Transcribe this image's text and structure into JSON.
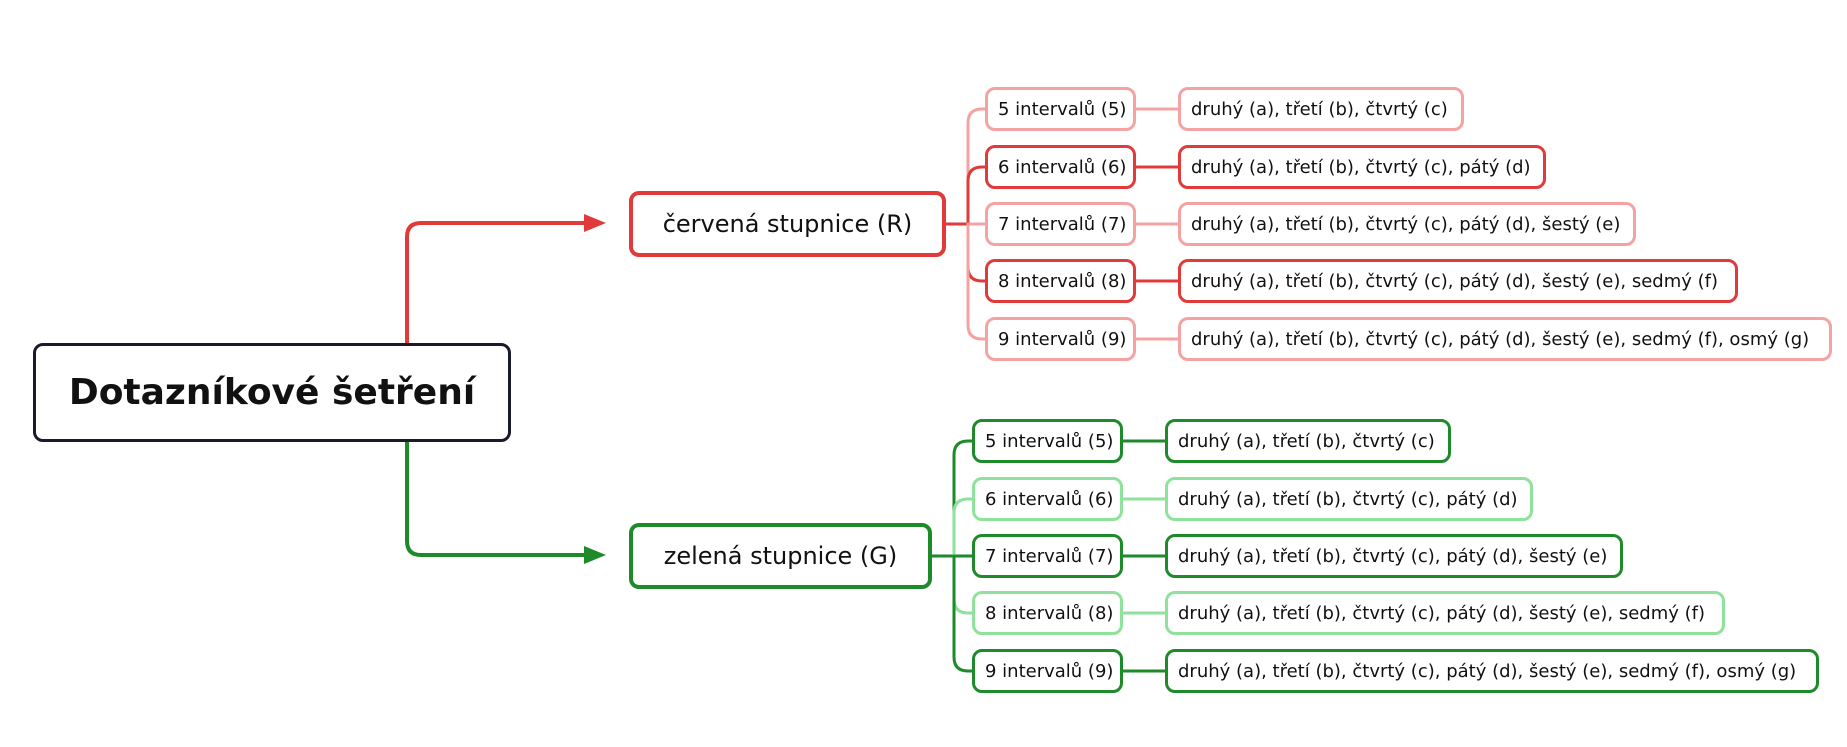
{
  "colors": {
    "root_border": "#1a1a2e",
    "red": "#e03a3a",
    "red_light": "#f4a3a3",
    "green": "#1e8a2a",
    "green_light": "#8ee29b"
  },
  "root": {
    "label": "Dotazníkové šetření"
  },
  "branches": [
    {
      "label": "červená stupnice (R)",
      "color": "#e03a3a",
      "items": [
        {
          "interval": "5 intervalů (5)",
          "values": "druhý (a), třetí (b), čtvrtý (c)",
          "emphasis": false
        },
        {
          "interval": "6 intervalů (6)",
          "values": "druhý (a), třetí (b), čtvrtý (c), pátý (d)",
          "emphasis": true
        },
        {
          "interval": "7 intervalů (7)",
          "values": "druhý (a), třetí (b), čtvrtý (c), pátý (d), šestý (e)",
          "emphasis": false
        },
        {
          "interval": "8 intervalů (8)",
          "values": "druhý (a), třetí (b), čtvrtý (c), pátý (d), šestý (e), sedmý (f)",
          "emphasis": true
        },
        {
          "interval": "9 intervalů (9)",
          "values": "druhý (a), třetí (b), čtvrtý (c), pátý (d), šestý (e), sedmý (f), osmý (g)",
          "emphasis": false
        }
      ]
    },
    {
      "label": "zelená stupnice (G)",
      "color": "#1e8a2a",
      "items": [
        {
          "interval": "5 intervalů (5)",
          "values": "druhý (a), třetí (b), čtvrtý (c)",
          "emphasis": true
        },
        {
          "interval": "6 intervalů (6)",
          "values": "druhý (a), třetí (b), čtvrtý (c), pátý (d)",
          "emphasis": false
        },
        {
          "interval": "7 intervalů (7)",
          "values": "druhý (a), třetí (b), čtvrtý (c), pátý (d), šestý (e)",
          "emphasis": true
        },
        {
          "interval": "8 intervalů (8)",
          "values": "druhý (a), třetí (b), čtvrtý (c), pátý (d), šestý (e), sedmý (f)",
          "emphasis": false
        },
        {
          "interval": "9 intervalů (9)",
          "values": "druhý (a), třetí (b), čtvrtý (c), pátý (d), šestý (e), sedmý (f), osmý (g)",
          "emphasis": true
        }
      ]
    }
  ]
}
